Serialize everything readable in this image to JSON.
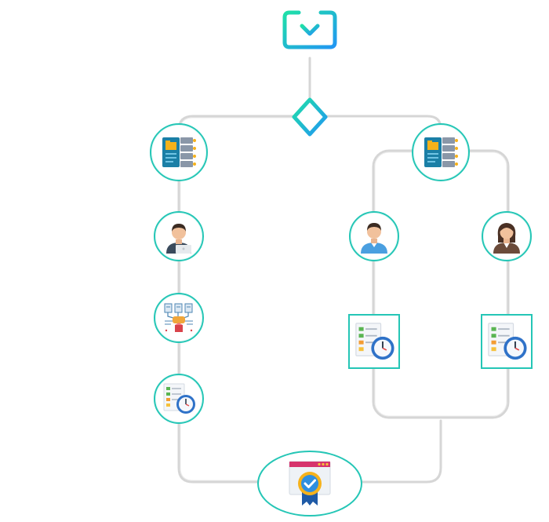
{
  "diagram": {
    "type": "workflow",
    "colors": {
      "connector": "#d4d4d4",
      "node_border": "#25c6b6",
      "accent_blue": "#2196f3",
      "accent_teal": "#1ed0b0"
    },
    "nodes": [
      {
        "id": "start",
        "icon": "download-monitor-icon"
      },
      {
        "id": "gateway",
        "icon": "decision-diamond-icon"
      },
      {
        "id": "left-server",
        "icon": "server-folder-icon"
      },
      {
        "id": "left-user",
        "icon": "male-user-laptop-icon"
      },
      {
        "id": "left-network",
        "icon": "document-network-icon"
      },
      {
        "id": "left-checklist",
        "icon": "checklist-clock-icon"
      },
      {
        "id": "right-server",
        "icon": "server-folder-icon"
      },
      {
        "id": "right-user-male",
        "icon": "male-user-icon"
      },
      {
        "id": "right-user-female",
        "icon": "female-user-icon"
      },
      {
        "id": "right-checklist-a",
        "icon": "checklist-clock-icon"
      },
      {
        "id": "right-checklist-b",
        "icon": "checklist-clock-icon"
      },
      {
        "id": "end",
        "icon": "certificate-badge-icon"
      }
    ]
  }
}
